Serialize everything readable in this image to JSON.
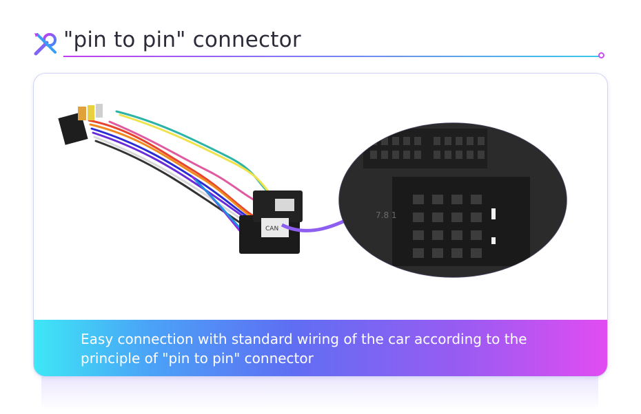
{
  "header": {
    "title": "\"pin to pin\" connector",
    "icon": "wrench-screwdriver-icon",
    "accent_gradient": [
      "#c43bf0",
      "#8a6cf5",
      "#38c7ea"
    ]
  },
  "photo": {
    "connector_label": "CAN",
    "plug_text": "7.8 1",
    "arrow_color": "#8d5ef0"
  },
  "caption": {
    "text": "Easy connection with standard wiring of the car according to the principle of \"pin to pin\" connector",
    "gradient": [
      "#3ee7f6",
      "#5f6ef3",
      "#e24cf1"
    ]
  }
}
